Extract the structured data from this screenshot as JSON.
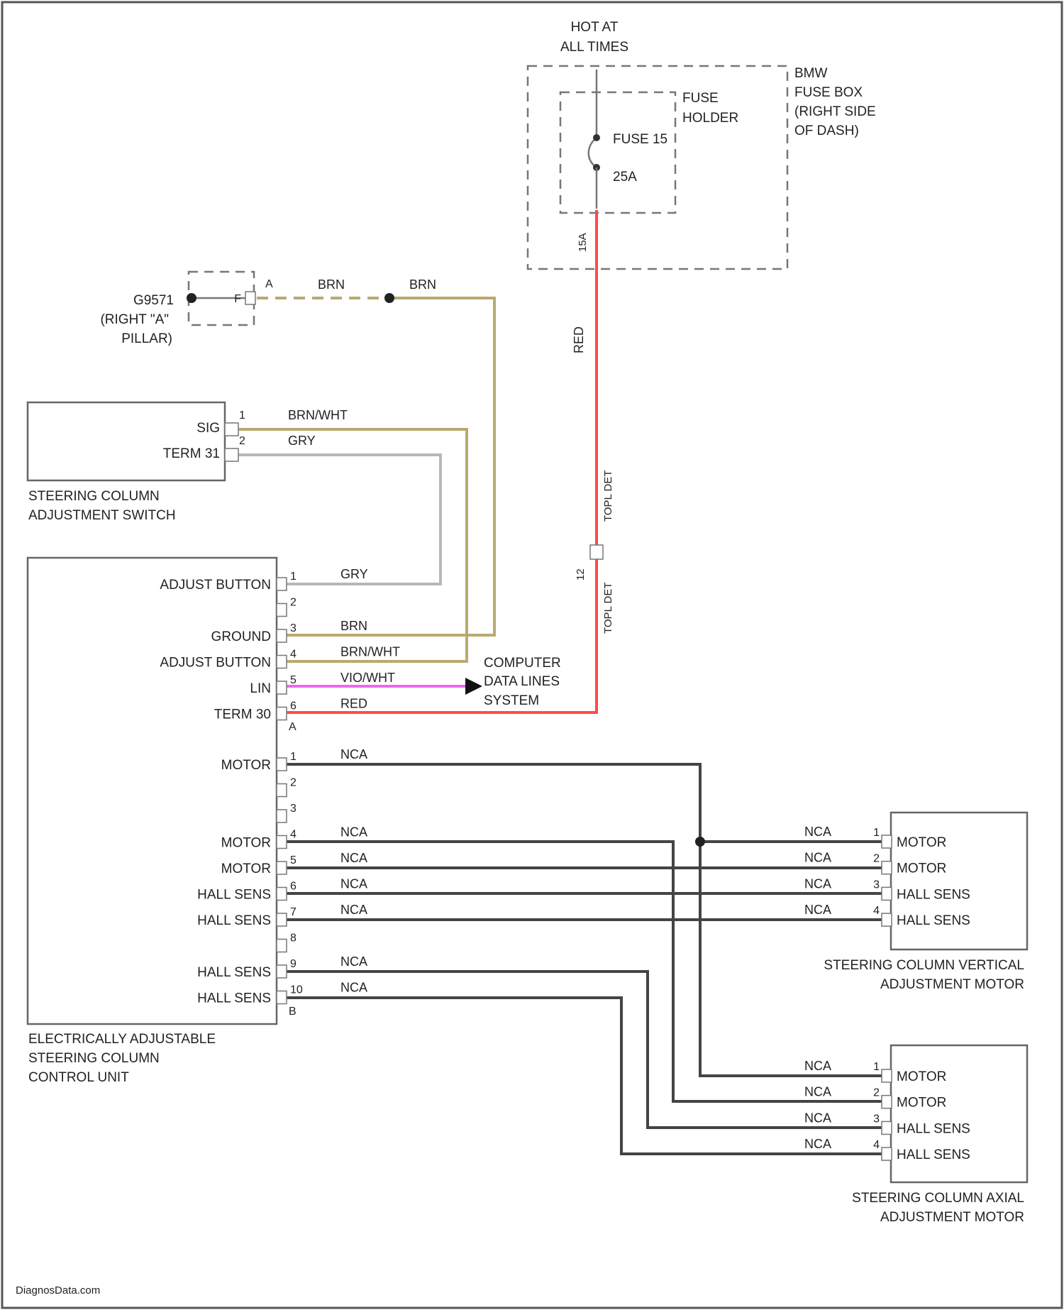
{
  "fuse_box": {
    "hot_text": [
      "HOT AT",
      "ALL TIMES"
    ],
    "name": [
      "BMW",
      "FUSE BOX",
      "(RIGHT SIDE",
      "OF DASH)"
    ],
    "holder": [
      "FUSE",
      "HOLDER"
    ],
    "fuse": [
      "FUSE 15",
      "25A"
    ],
    "terminal": "15A"
  },
  "ground": {
    "name": [
      "G9571",
      "(RIGHT \"A\"",
      "PILLAR)"
    ],
    "pin_f": "F",
    "pin_a": "A"
  },
  "switch": {
    "name": [
      "STEERING COLUMN",
      "ADJUSTMENT SWITCH"
    ],
    "pins": [
      {
        "label": "SIG",
        "num": "1",
        "wire": "BRN/WHT"
      },
      {
        "label": "TERM 31",
        "num": "2",
        "wire": "GRY"
      }
    ]
  },
  "control_unit": {
    "name": [
      "ELECTRICALLY ADJUSTABLE",
      "STEERING COLUMN",
      "CONTROL UNIT"
    ],
    "conn_a": [
      {
        "num": "1",
        "label": "ADJUST BUTTON",
        "wire": "GRY"
      },
      {
        "num": "2",
        "label": "",
        "wire": ""
      },
      {
        "num": "3",
        "label": "GROUND",
        "wire": "BRN"
      },
      {
        "num": "4",
        "label": "ADJUST BUTTON",
        "wire": "BRN/WHT"
      },
      {
        "num": "5",
        "label": "LIN",
        "wire": "VIO/WHT"
      },
      {
        "num": "6",
        "label": "TERM 30",
        "wire": "RED"
      }
    ],
    "conn_a_id": "A",
    "conn_b": [
      {
        "num": "1",
        "label": "MOTOR",
        "wire": "NCA"
      },
      {
        "num": "2",
        "label": "",
        "wire": ""
      },
      {
        "num": "3",
        "label": "",
        "wire": ""
      },
      {
        "num": "4",
        "label": "MOTOR",
        "wire": "NCA"
      },
      {
        "num": "5",
        "label": "MOTOR",
        "wire": "NCA"
      },
      {
        "num": "6",
        "label": "HALL SENS",
        "wire": "NCA"
      },
      {
        "num": "7",
        "label": "HALL SENS",
        "wire": "NCA"
      },
      {
        "num": "8",
        "label": "",
        "wire": ""
      },
      {
        "num": "9",
        "label": "HALL SENS",
        "wire": "NCA"
      },
      {
        "num": "10",
        "label": "HALL SENS",
        "wire": "NCA"
      }
    ],
    "conn_b_id": "B"
  },
  "red_wire": {
    "label": "RED",
    "seg_top": "TOPL DET",
    "seg_bottom": "TOPL DET",
    "conn": "12"
  },
  "ground_wires": {
    "left": "BRN",
    "right": "BRN"
  },
  "data_lines": [
    "COMPUTER",
    "DATA LINES",
    "SYSTEM"
  ],
  "vertical_motor": {
    "name": [
      "STEERING COLUMN VERTICAL",
      "ADJUSTMENT MOTOR"
    ],
    "pins": [
      {
        "num": "1",
        "label": "MOTOR",
        "wire": "NCA"
      },
      {
        "num": "2",
        "label": "MOTOR",
        "wire": "NCA"
      },
      {
        "num": "3",
        "label": "HALL SENS",
        "wire": "NCA"
      },
      {
        "num": "4",
        "label": "HALL SENS",
        "wire": "NCA"
      }
    ]
  },
  "axial_motor": {
    "name": [
      "STEERING COLUMN AXIAL",
      "ADJUSTMENT MOTOR"
    ],
    "pins": [
      {
        "num": "1",
        "label": "MOTOR",
        "wire": "NCA"
      },
      {
        "num": "2",
        "label": "MOTOR",
        "wire": "NCA"
      },
      {
        "num": "3",
        "label": "HALL SENS",
        "wire": "NCA"
      },
      {
        "num": "4",
        "label": "HALL SENS",
        "wire": "NCA"
      }
    ]
  },
  "footer": "DiagnosData.com",
  "colors": {
    "red": "#ff4a4a",
    "brown": "#b8aa72",
    "gray": "#b8b8b8",
    "violet": "#ee66ee",
    "dark": "#444444"
  }
}
